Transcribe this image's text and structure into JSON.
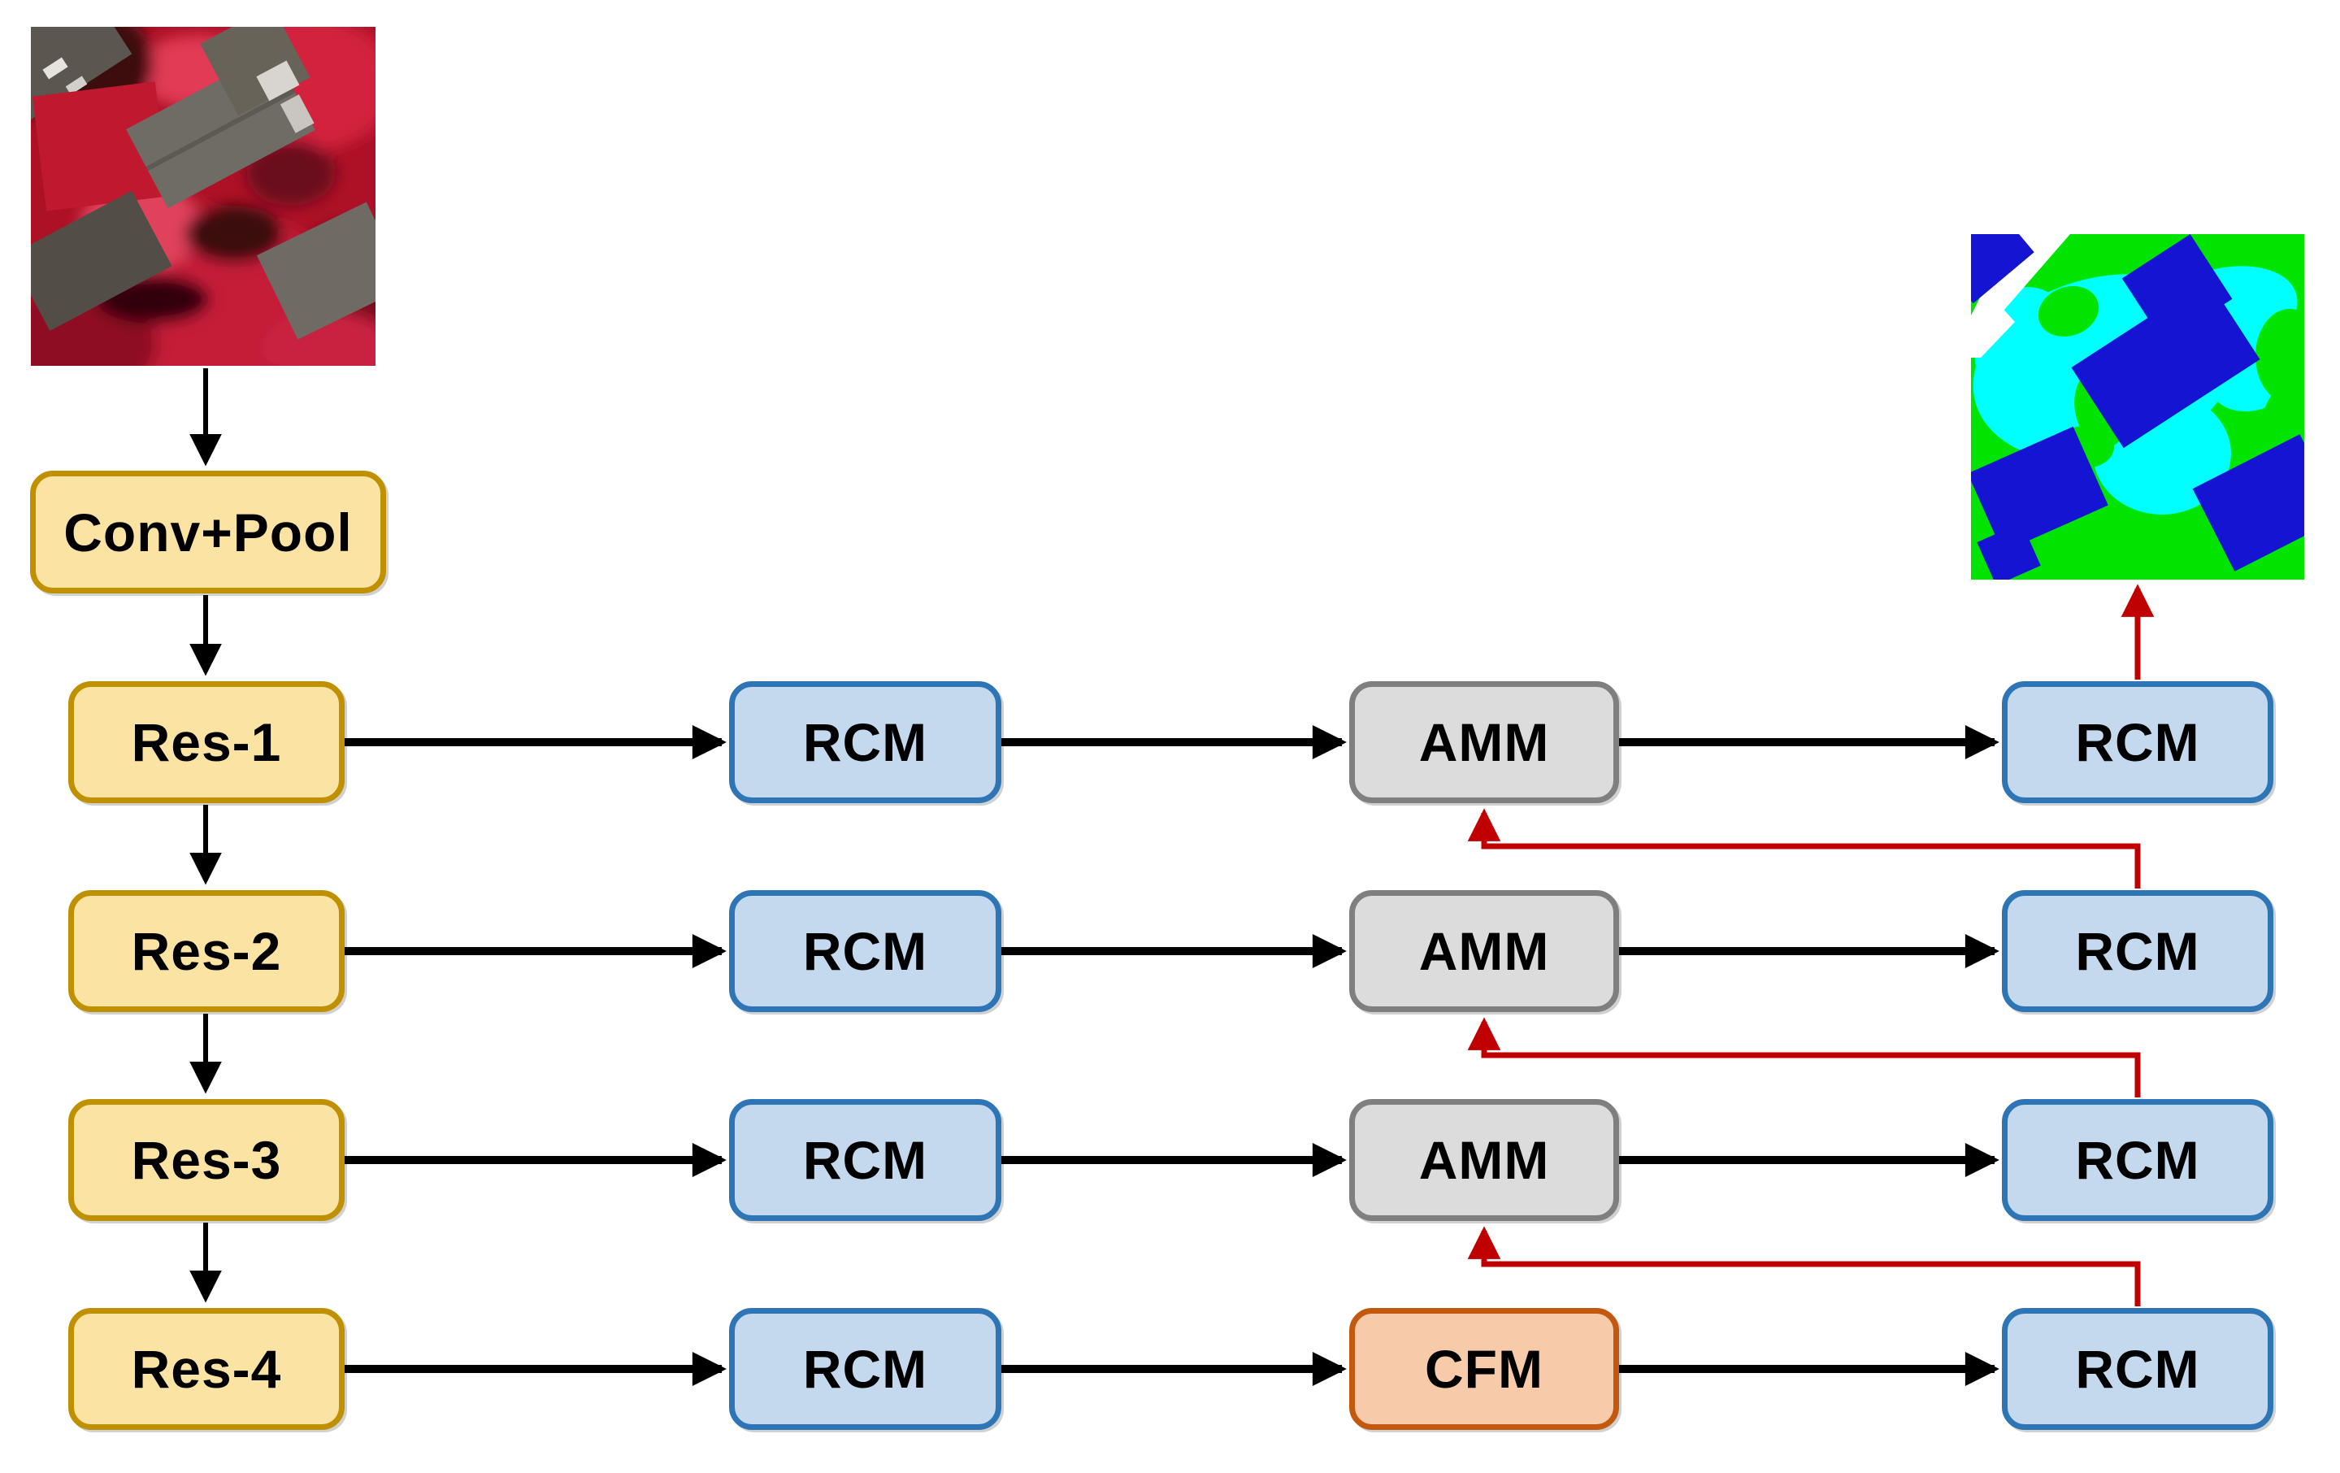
{
  "figure": {
    "type": "segmentation-network-architecture-diagram",
    "images": {
      "input": "false-color-infrared-aerial-photo",
      "output": "land-cover-segmentation-map"
    }
  },
  "backbone": {
    "stem": "Conv+Pool",
    "stages": [
      "Res-1",
      "Res-2",
      "Res-3",
      "Res-4"
    ]
  },
  "rows": [
    {
      "rcm_in": "RCM",
      "fusion": "AMM",
      "rcm_out": "RCM"
    },
    {
      "rcm_in": "RCM",
      "fusion": "AMM",
      "rcm_out": "RCM"
    },
    {
      "rcm_in": "RCM",
      "fusion": "AMM",
      "rcm_out": "RCM"
    },
    {
      "rcm_in": "RCM",
      "fusion": "CFM",
      "rcm_out": "RCM"
    }
  ],
  "colors": {
    "backbone_fill": "#fbe3a3",
    "backbone_border": "#bf9000",
    "rcm_fill": "#c4d9ed",
    "rcm_border": "#2e75b6",
    "amm_fill": "#dcdcdc",
    "amm_border": "#7f7f7f",
    "cfm_fill": "#f7cbaa",
    "cfm_border": "#c2590f",
    "flow_line": "#000000",
    "skip_line": "#c00000",
    "seg_green": "#00e400",
    "seg_cyan": "#00ffff",
    "seg_blue": "#1414d2",
    "seg_white": "#ffffff"
  }
}
